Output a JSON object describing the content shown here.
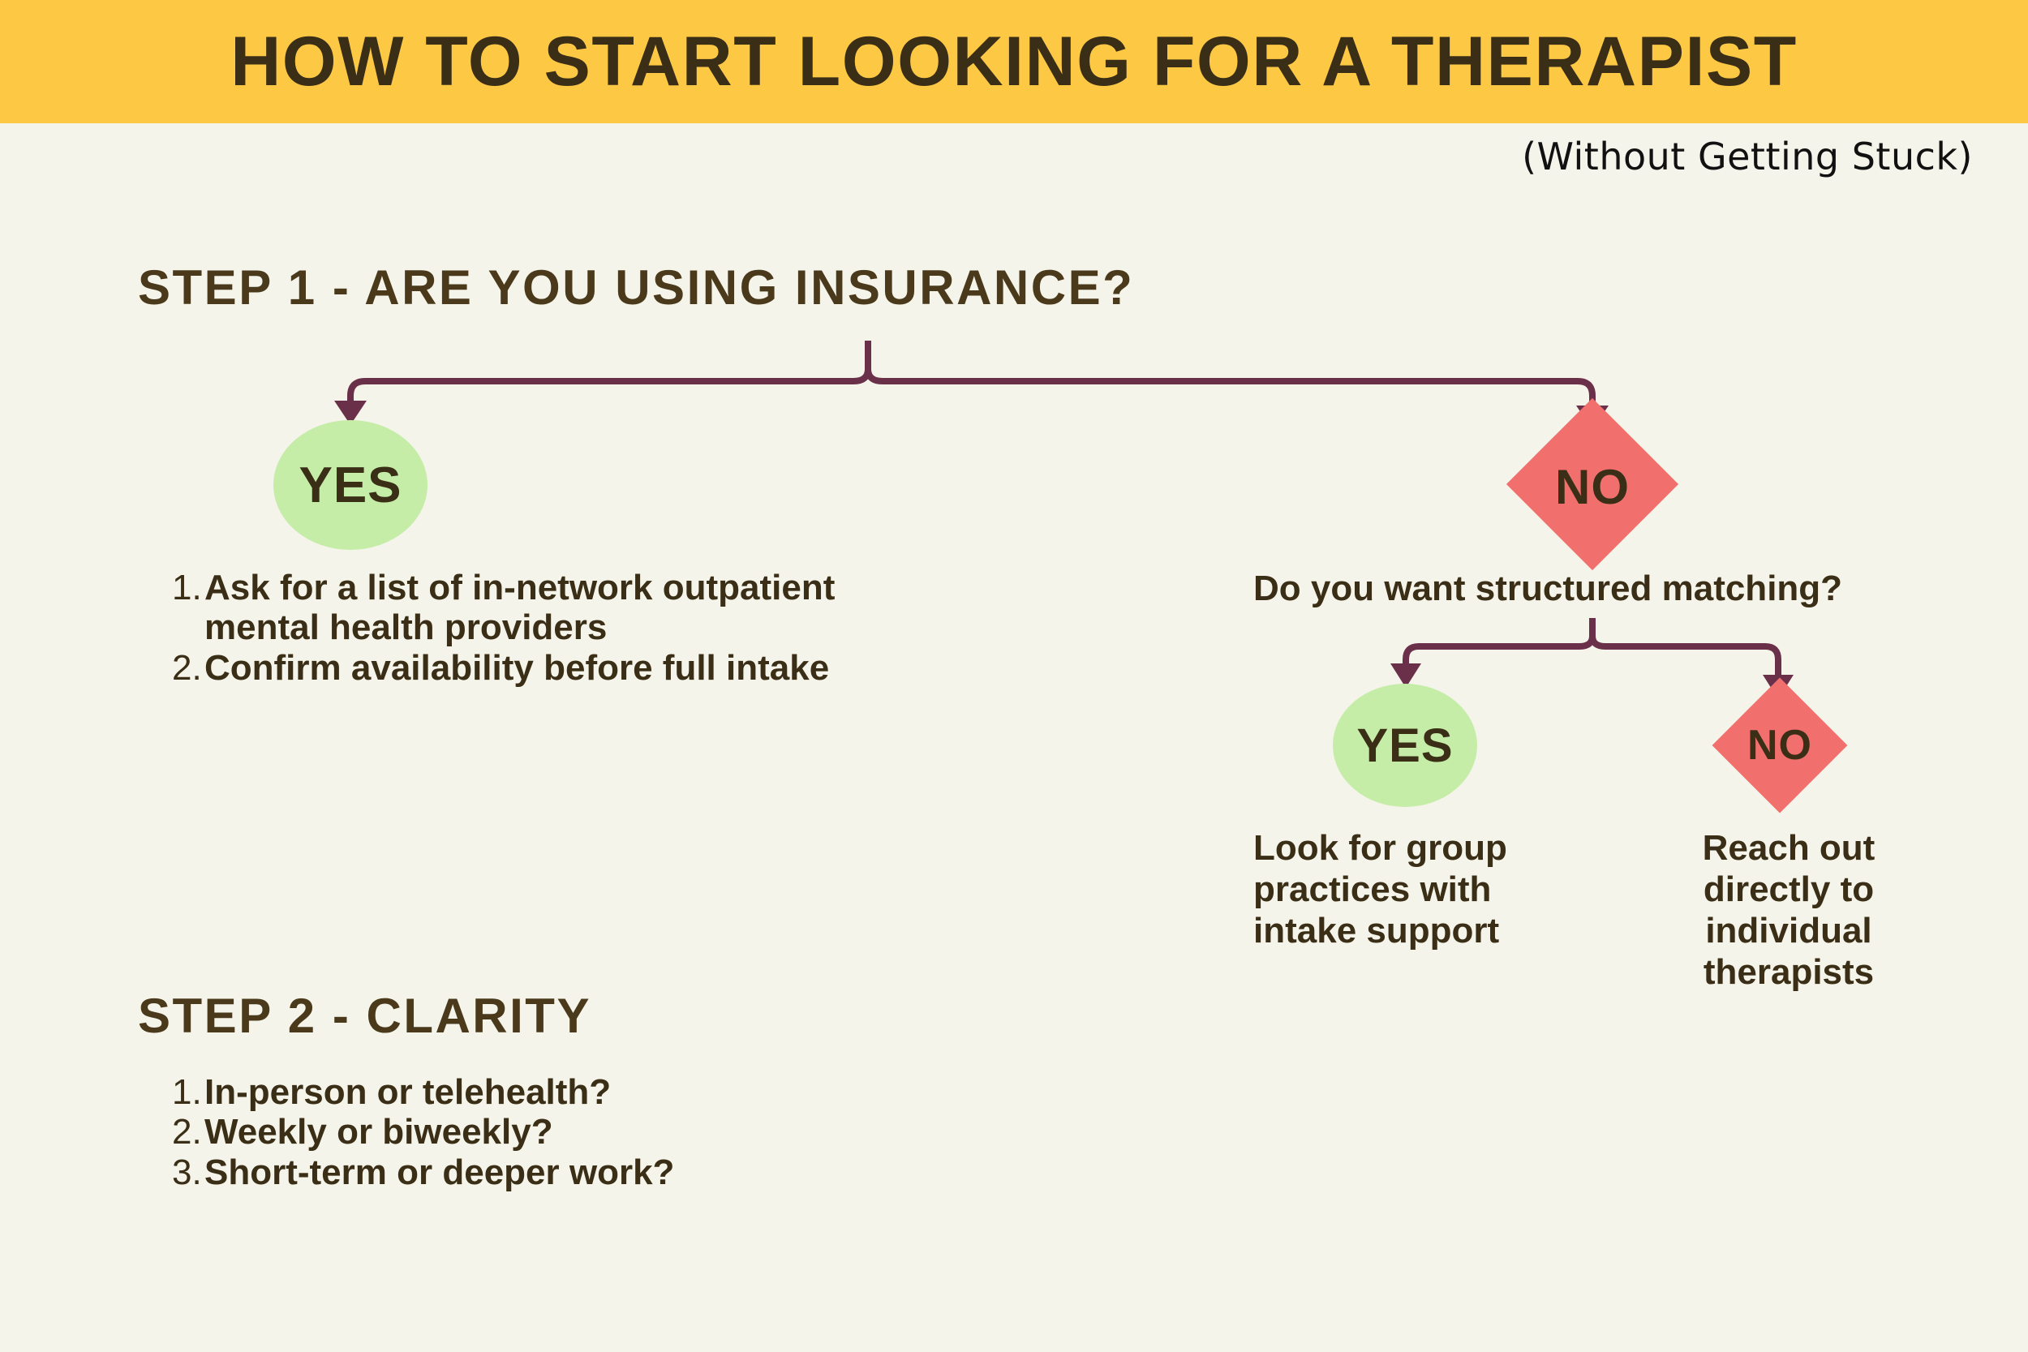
{
  "header": {
    "title": "HOW TO START LOOKING FOR A THERAPIST",
    "subtitle": "(Without Getting Stuck)",
    "bar_color": "#FDC945",
    "title_color": "#3B2E16",
    "subtitle_color": "#111111"
  },
  "page": {
    "background_color": "#F5F4EA",
    "text_color": "#3B2E16",
    "connector_color": "#6B3049",
    "yes_node_color": "#C5EDA8",
    "no_node_color": "#F1706E"
  },
  "step1": {
    "heading": "STEP 1 - ARE YOU USING INSURANCE?",
    "branch_yes": {
      "label": "YES",
      "shape": "ellipse",
      "items": [
        {
          "number": "1.",
          "text": "Ask for a list of in-network outpatient mental health providers"
        },
        {
          "number": "2.",
          "text": "Confirm availability before full intake"
        }
      ]
    },
    "branch_no": {
      "label": "NO",
      "shape": "diamond",
      "question": "Do you want structured matching?",
      "branch_yes": {
        "label": "YES",
        "shape": "ellipse",
        "outcome": "Look for group practices with intake support"
      },
      "branch_no": {
        "label": "NO",
        "shape": "diamond",
        "outcome": "Reach out directly to individual therapists"
      }
    }
  },
  "step2": {
    "heading": "STEP 2 - CLARITY",
    "items": [
      {
        "number": "1.",
        "text": "In-person or telehealth?"
      },
      {
        "number": "2.",
        "text": "Weekly or biweekly?"
      },
      {
        "number": "3.",
        "text": "Short-term or deeper work?"
      }
    ]
  }
}
